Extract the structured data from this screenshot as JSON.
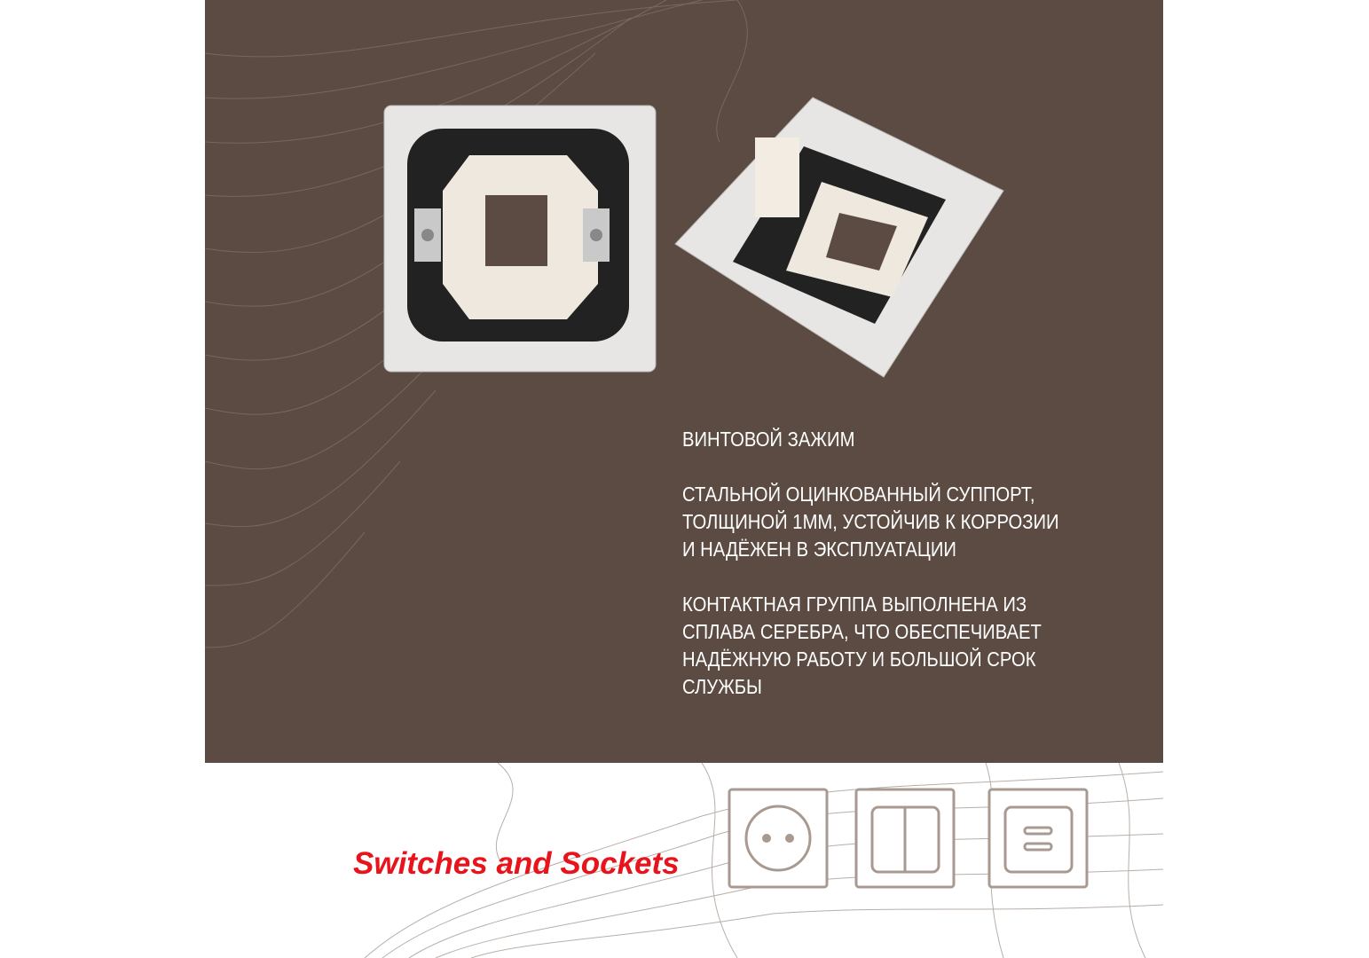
{
  "features": [
    "ВИНТОВОЙ ЗАЖИМ",
    "СТАЛЬНОЙ ОЦИНКОВАННЫЙ СУППОРТ,\nТОЛЩИНОЙ 1ММ, УСТОЙЧИВ К КОРРОЗИИ\nИ НАДЁЖЕН В ЭКСПЛУАТАЦИИ",
    "КОНТАКТНАЯ ГРУППА ВЫПОЛНЕНА ИЗ\nСПЛАВА СЕРЕБРА, ЧТО ОБЕСПЕЧИВАЕТ\nНАДЁЖНУЮ РАБОТУ И БОЛЬШОЙ СРОК СЛУЖБЫ"
  ],
  "brand": "Switches and Sockets",
  "colors": {
    "background": "#5b4b43",
    "brand": "#e8131b",
    "icon_stroke": "#a89a90"
  }
}
